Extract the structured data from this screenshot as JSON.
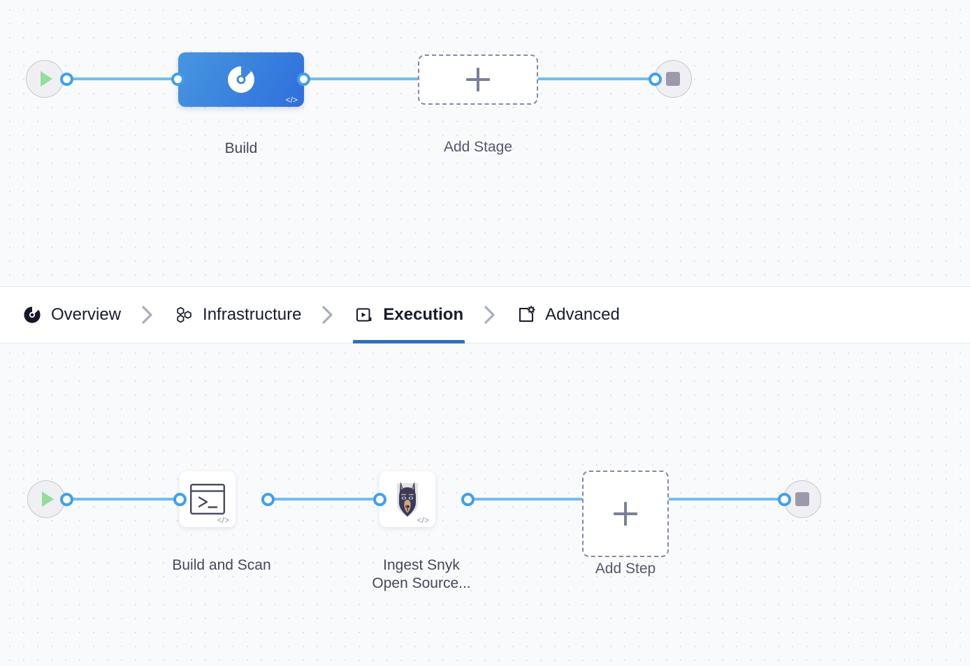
{
  "theme": {
    "canvas_bg": "#f9fafc",
    "grid_dot": "#dfe2ea",
    "connector": "#6fbdf2",
    "connector_dot_ring": "#3fa0ee",
    "stage_blue_from": "#4696e0",
    "stage_blue_to": "#2f6fdc",
    "active_tab_underline": "#2f6ec4",
    "start_play_green": "#93de9b",
    "stop_grey": "#9a9aab",
    "label_text": "#43475c",
    "tab_text": "#181b2c"
  },
  "stage_row": {
    "start_node": {
      "icon": "play-icon",
      "label": ""
    },
    "stages": [
      {
        "label": "Build",
        "icon": "build-stage-icon",
        "selected": true,
        "code_badge": "</>"
      }
    ],
    "add_stage": {
      "label": "Add Stage",
      "icon": "plus-icon"
    },
    "end_node": {
      "icon": "stop-icon"
    }
  },
  "tabs": {
    "items": [
      {
        "label": "Overview",
        "icon": "overview-build-icon",
        "active": false
      },
      {
        "label": "Infrastructure",
        "icon": "hexagon-cluster-icon",
        "active": false
      },
      {
        "label": "Execution",
        "icon": "execution-play-icon",
        "active": true
      },
      {
        "label": "Advanced",
        "icon": "advanced-gear-icon",
        "active": false
      }
    ],
    "separator_icon": "chevron-right-icon"
  },
  "step_row": {
    "start_node": {
      "icon": "play-icon"
    },
    "steps": [
      {
        "label": "Build and Scan",
        "icon": "terminal-icon",
        "code_badge": "</>"
      },
      {
        "label": "Ingest Snyk\nOpen Source...",
        "icon": "snyk-dog-icon",
        "code_badge": "</>"
      }
    ],
    "add_step": {
      "label": "Add Step",
      "icon": "plus-icon"
    },
    "end_node": {
      "icon": "stop-icon"
    }
  }
}
